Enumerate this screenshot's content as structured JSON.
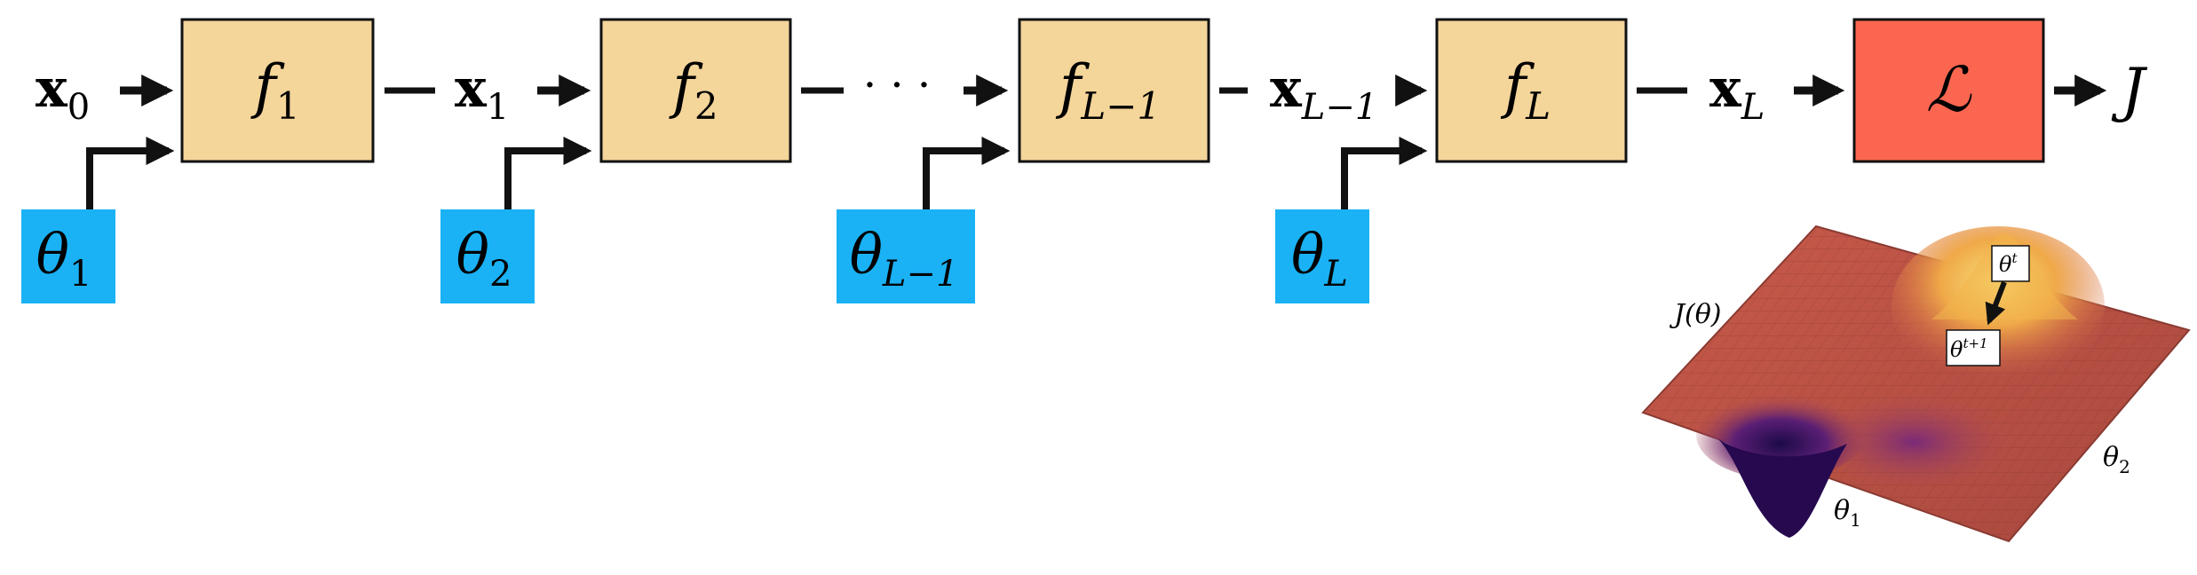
{
  "pipeline": {
    "inputs": [
      {
        "x": "x",
        "sub": "0"
      },
      {
        "x": "x",
        "sub": "1"
      },
      {
        "x": "x",
        "sub": "L−1"
      },
      {
        "x": "x",
        "sub": "L"
      }
    ],
    "blocks": [
      {
        "f": "f",
        "sub": "1"
      },
      {
        "f": "f",
        "sub": "2"
      },
      {
        "f": "f",
        "sub": "L−1"
      },
      {
        "f": "f",
        "sub": "L"
      }
    ],
    "params": [
      {
        "t": "θ",
        "sub": "1"
      },
      {
        "t": "θ",
        "sub": "2"
      },
      {
        "t": "θ",
        "sub": "L−1"
      },
      {
        "t": "θ",
        "sub": "L"
      }
    ],
    "ellipsis": "· · ·",
    "loss": "ℒ",
    "output": "J"
  },
  "surface": {
    "ylabel_J": "J",
    "ylabel_theta": "(θ)",
    "axis_theta1": {
      "t": "θ",
      "sub": "1"
    },
    "axis_theta2": {
      "t": "θ",
      "sub": "2"
    },
    "point_now": {
      "t": "θ",
      "sup": "t"
    },
    "point_next": {
      "t": "θ",
      "sup": "t+1"
    }
  },
  "colors": {
    "block_fill": "#f4d59a",
    "param_fill": "#1ab2f5",
    "loss_fill": "#fb6650",
    "stroke": "#111111"
  }
}
